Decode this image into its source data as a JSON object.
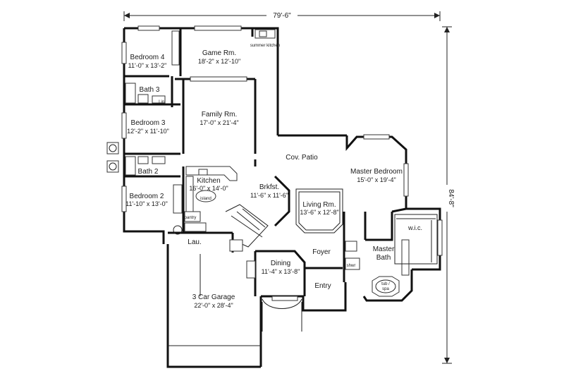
{
  "dimensions": {
    "width": "79'-6\"",
    "depth": "84'-8\""
  },
  "rooms": {
    "bedroom4": {
      "name": "Bedroom 4",
      "size": "11'-0\" x 13'-2\""
    },
    "game": {
      "name": "Game Rm.",
      "size": "18'-2\" x 12'-10\""
    },
    "summer_kitchen": {
      "name": "summer kitchen"
    },
    "bath3": {
      "name": "Bath 3"
    },
    "lin": {
      "name": "Lin."
    },
    "family": {
      "name": "Family Rm.",
      "size": "17'-0\" x 21'-4\""
    },
    "bedroom3": {
      "name": "Bedroom 3",
      "size": "12'-2\" x 11'-10\""
    },
    "cov_patio": {
      "name": "Cov. Patio"
    },
    "master_bedroom": {
      "name": "Master Bedroom",
      "size": "15'-0\" x 19'-4\""
    },
    "bath2": {
      "name": "Bath 2"
    },
    "kitchen": {
      "name": "Kitchen",
      "size": "16'-0\" x 14'-0\""
    },
    "island": {
      "name": "island"
    },
    "brkfst": {
      "name": "Brkfst.",
      "size": "11'-6\" x 11'-6\""
    },
    "living": {
      "name": "Living Rm.",
      "size": "13'-6\" x 12'-8\""
    },
    "bedroom2": {
      "name": "Bedroom 2",
      "size": "11'-10\" x 13'-0\""
    },
    "pantry": {
      "name": "pantry"
    },
    "wic": {
      "name": "w.i.c."
    },
    "lau": {
      "name": "Lau."
    },
    "foyer": {
      "name": "Foyer"
    },
    "master_bath": {
      "name": "Master Bath"
    },
    "dining": {
      "name": "Dining",
      "size": "11'-4\" x 13'-8\""
    },
    "shwr": {
      "name": "shwr"
    },
    "tub": {
      "name": "tub / spa"
    },
    "entry": {
      "name": "Entry"
    },
    "garage": {
      "name": "3 Car Garage",
      "size": "22'-0\" x 28'-4\""
    }
  }
}
